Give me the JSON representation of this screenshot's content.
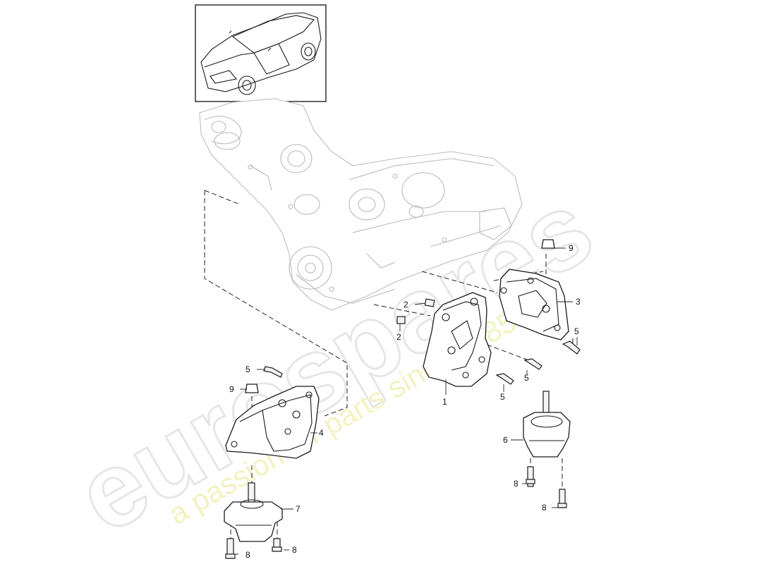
{
  "watermark": {
    "brand": "eurospares",
    "tagline": "a passion for parts since 1985"
  },
  "callouts": [
    {
      "id": "1",
      "label": "1"
    },
    {
      "id": "2a",
      "label": "2"
    },
    {
      "id": "2b",
      "label": "2"
    },
    {
      "id": "3",
      "label": "3"
    },
    {
      "id": "4",
      "label": "4"
    },
    {
      "id": "5a",
      "label": "5"
    },
    {
      "id": "5b",
      "label": "5"
    },
    {
      "id": "5c",
      "label": "5"
    },
    {
      "id": "5d",
      "label": "5"
    },
    {
      "id": "6",
      "label": "6"
    },
    {
      "id": "7",
      "label": "7"
    },
    {
      "id": "8a",
      "label": "8"
    },
    {
      "id": "8b",
      "label": "8"
    },
    {
      "id": "8c",
      "label": "8"
    },
    {
      "id": "8d",
      "label": "8"
    },
    {
      "id": "9a",
      "label": "9"
    },
    {
      "id": "9b",
      "label": "9"
    }
  ]
}
